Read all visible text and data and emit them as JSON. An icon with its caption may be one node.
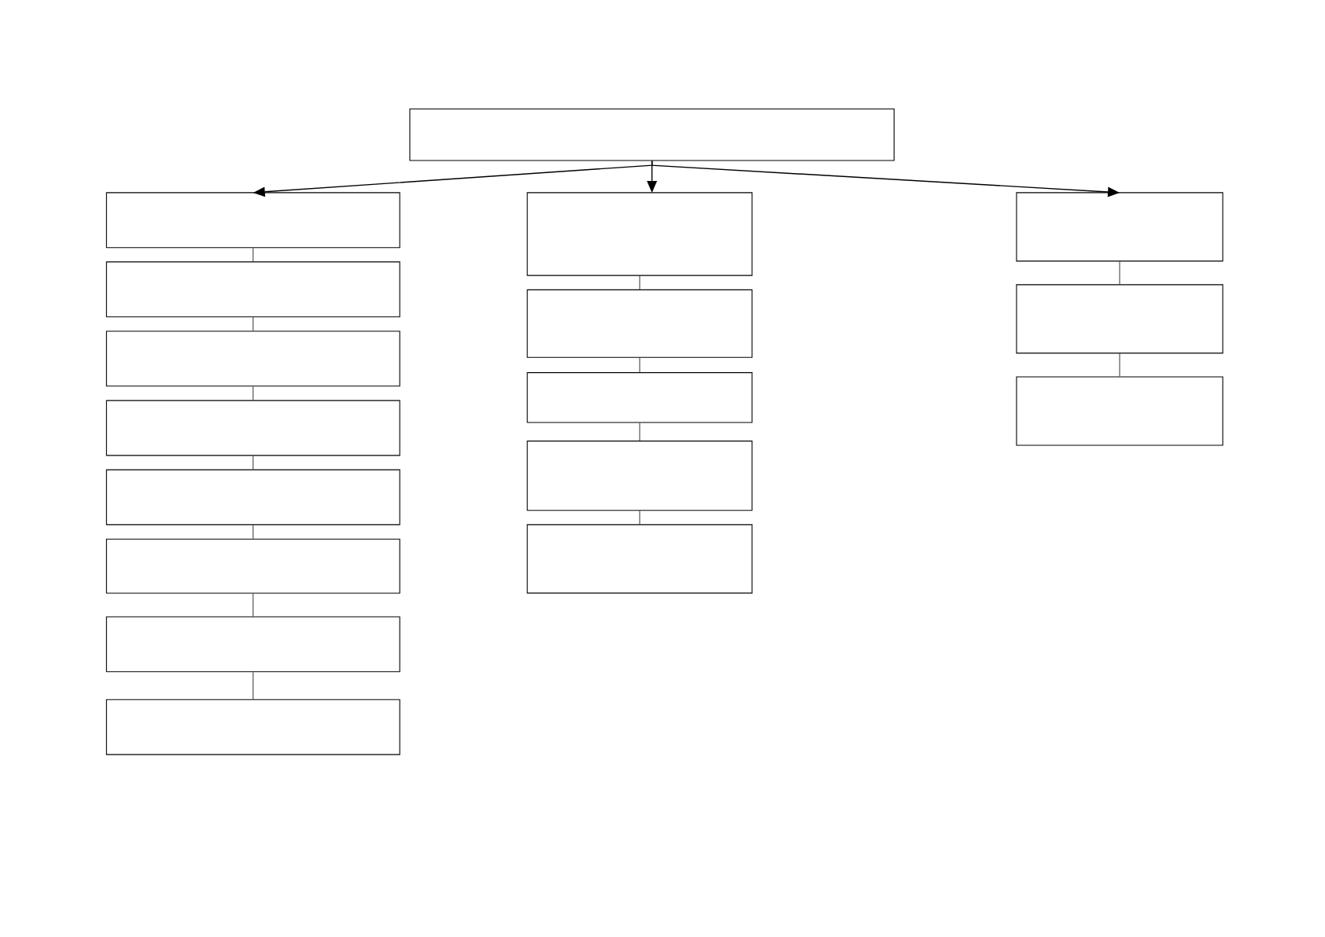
{
  "diagram": {
    "nodes": [
      {
        "text": [],
        "shape": "box"
      },
      {
        "text": [],
        "shape": "box"
      },
      {
        "text": [],
        "shape": "box"
      },
      {
        "text": [],
        "shape": "box"
      },
      {
        "text": [],
        "shape": "box"
      },
      {
        "text": [],
        "shape": "box"
      },
      {
        "text": [],
        "shape": "box"
      },
      {
        "text": [],
        "shape": "box"
      },
      {
        "text": [],
        "shape": "box"
      },
      {
        "text": [],
        "shape": "box"
      },
      {
        "text": [],
        "shape": "box"
      },
      {
        "text": [],
        "shape": "box"
      },
      {
        "text": [],
        "shape": "box"
      },
      {
        "text": [],
        "shape": "box"
      },
      {
        "text": [],
        "shape": "box"
      },
      {
        "text": [],
        "shape": "box"
      },
      {
        "text": [],
        "shape": "box"
      }
    ],
    "edges": [
      {
        "from": 0,
        "to": 1,
        "arrow": "to"
      },
      {
        "from": 0,
        "to": 9,
        "arrow": "to"
      },
      {
        "from": 0,
        "to": 14,
        "arrow": "to"
      },
      {
        "from": 1,
        "to": 2,
        "arrow": "none"
      },
      {
        "from": 2,
        "to": 3,
        "arrow": "none"
      },
      {
        "from": 3,
        "to": 4,
        "arrow": "none"
      },
      {
        "from": 4,
        "to": 5,
        "arrow": "none"
      },
      {
        "from": 5,
        "to": 6,
        "arrow": "none"
      },
      {
        "from": 6,
        "to": 7,
        "arrow": "none"
      },
      {
        "from": 7,
        "to": 8,
        "arrow": "none"
      },
      {
        "from": 9,
        "to": 10,
        "arrow": "none"
      },
      {
        "from": 10,
        "to": 11,
        "arrow": "none"
      },
      {
        "from": 11,
        "to": 12,
        "arrow": "none"
      },
      {
        "from": 12,
        "to": 13,
        "arrow": "none"
      },
      {
        "from": 14,
        "to": 15,
        "arrow": "none"
      },
      {
        "from": 15,
        "to": 16,
        "arrow": "none"
      }
    ]
  }
}
